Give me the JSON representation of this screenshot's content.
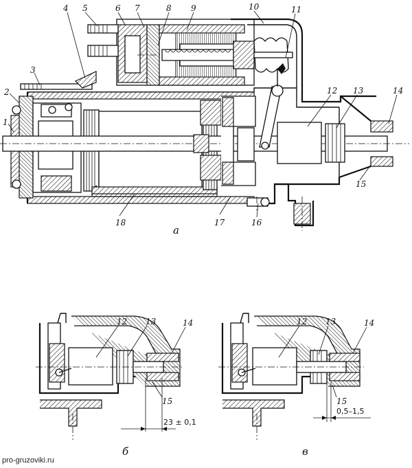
{
  "figure": {
    "main_labels": [
      "1",
      "2",
      "3",
      "4",
      "5",
      "6",
      "7",
      "8",
      "9",
      "10",
      "11",
      "12",
      "13",
      "14",
      "15",
      "16",
      "17",
      "18"
    ],
    "captions": {
      "a": "а",
      "b": "б",
      "v": "в"
    },
    "detail_b": {
      "labels": [
        "12",
        "13",
        "14",
        "15"
      ],
      "dimension": "23 ± 0,1"
    },
    "detail_v": {
      "labels": [
        "12",
        "13",
        "14",
        "15"
      ],
      "dimension": "0,5–1,5"
    }
  },
  "watermark": "pro-gruzoviki.ru"
}
